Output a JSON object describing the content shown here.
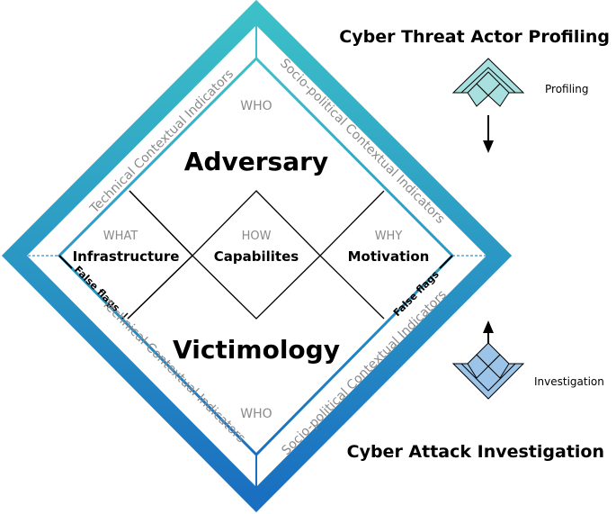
{
  "titles": {
    "top": "Cyber Threat Actor Profiling",
    "bottom": "Cyber Attack Investigation"
  },
  "legend": {
    "profiling": "Profiling",
    "investigation": "Investigation"
  },
  "diamond": {
    "who_top": "WHO",
    "who_bottom": "WHO",
    "adversary": "Adversary",
    "victimology": "Victimology",
    "what": "WHAT",
    "infrastructure": "Infrastructure",
    "how": "HOW",
    "capabilities": "Capabilites",
    "why": "WHY",
    "motivation": "Motivation",
    "false_flags_left": "False flags",
    "false_flags_right": "False flags",
    "tech_top": "Technical Contextual Indicators",
    "tech_bottom": "Technical Contextual Indicators",
    "socio_top": "Socio-political Contextual Indicators",
    "socio_bottom": "Socio-political Contextual Indicators"
  },
  "colors": {
    "teal": "#3cc0c8",
    "blue": "#1a6fc0",
    "profiling_fill": "#a8e0e0",
    "investigation_fill": "#9cc3e8"
  }
}
